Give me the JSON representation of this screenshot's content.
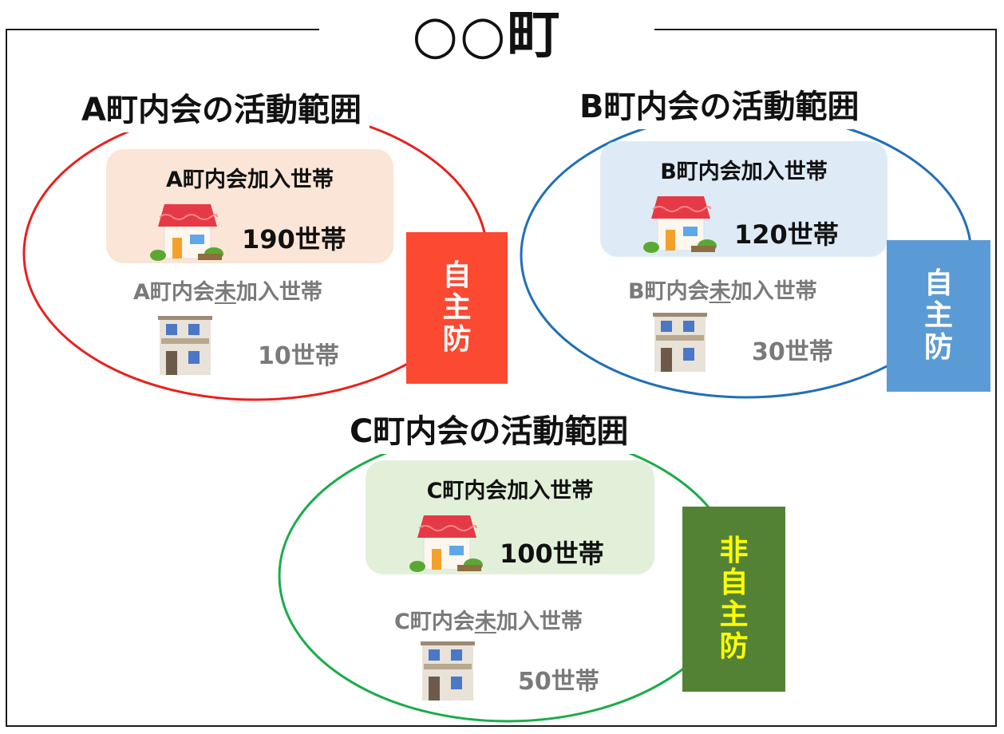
{
  "title": "○○町",
  "areas": [
    {
      "title": "A町内会の活動範囲",
      "joined_label": "A町内会加入世帯",
      "joined_count": "190世帯",
      "unjoined_label_pre": "A町内会",
      "unjoined_label_mark": "未",
      "unjoined_label_post": "加入世帯",
      "unjoined_count": "10世帯",
      "badge_chars": [
        "自",
        "主",
        "防"
      ],
      "colors": {
        "oval": "#e8201c",
        "panel": "#fbe5d6",
        "badge": "#fb4932",
        "badge_text": "#ffffff"
      }
    },
    {
      "title": "B町内会の活動範囲",
      "joined_label": "B町内会加入世帯",
      "joined_count": "120世帯",
      "unjoined_label_pre": "B町内会",
      "unjoined_label_mark": "未",
      "unjoined_label_post": "加入世帯",
      "unjoined_count": "30世帯",
      "badge_chars": [
        "自",
        "主",
        "防"
      ],
      "colors": {
        "oval": "#1f6fb8",
        "panel": "#deebf7",
        "badge": "#5b9bd5",
        "badge_text": "#ffffff"
      }
    },
    {
      "title": "C町内会の活動範囲",
      "joined_label": "C町内会加入世帯",
      "joined_count": "100世帯",
      "unjoined_label_pre": "C町内会",
      "unjoined_label_mark": "未",
      "unjoined_label_post": "加入世帯",
      "unjoined_count": "50世帯",
      "badge_chars": [
        "非",
        "自",
        "主",
        "防"
      ],
      "colors": {
        "oval": "#1aac4a",
        "panel": "#e2f0d9",
        "badge": "#548235",
        "badge_text": "#ffff00"
      }
    }
  ],
  "icons": {
    "joined": "house-icon",
    "unjoined": "apartment-icon"
  }
}
